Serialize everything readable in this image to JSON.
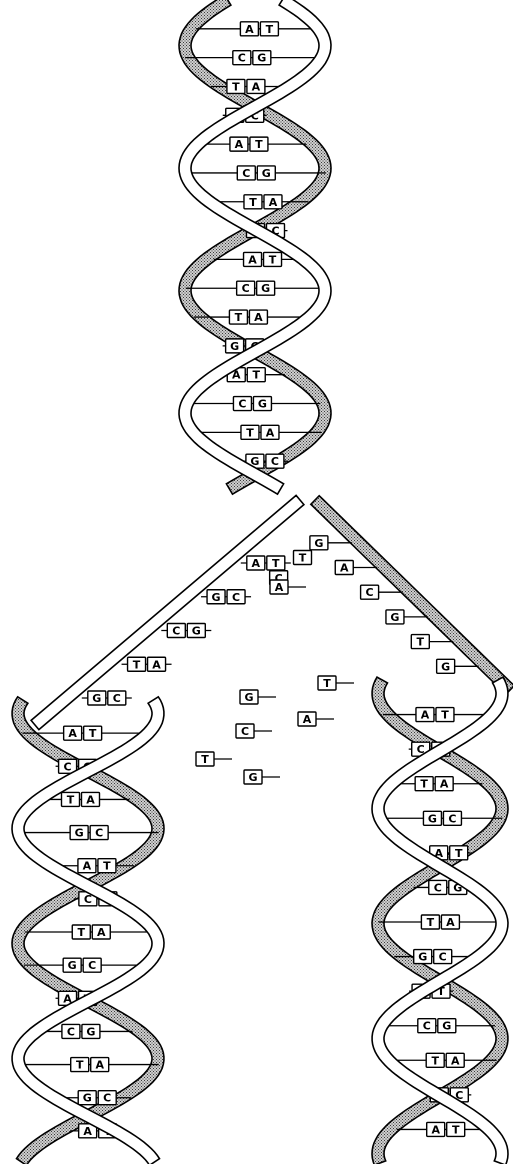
{
  "diagram": {
    "kind": "dna-replication",
    "strand_fill_color": "#9a9a9a",
    "line_color": "#000000",
    "background_color": "#ffffff",
    "parent_helix_pairs": [
      [
        "A",
        "T"
      ],
      [
        "C",
        "G"
      ],
      [
        "T",
        "A"
      ],
      [
        "G",
        "C"
      ],
      [
        "A",
        "T"
      ],
      [
        "C",
        "G"
      ],
      [
        "T",
        "A"
      ],
      [
        "G",
        "C"
      ],
      [
        "A",
        "T"
      ],
      [
        "C",
        "G"
      ],
      [
        "T",
        "A"
      ],
      [
        "G",
        "C"
      ],
      [
        "A",
        "T"
      ],
      [
        "C",
        "G"
      ],
      [
        "T",
        "A"
      ],
      [
        "G",
        "C"
      ]
    ],
    "fork_left_pairs": [
      [
        "A",
        "T"
      ],
      [
        "G",
        "C"
      ],
      [
        "C",
        "G"
      ],
      [
        "T",
        "A"
      ],
      [
        "G",
        "C"
      ]
    ],
    "fork_left_bases": [
      "T",
      "C"
    ],
    "fork_right_bases": [
      "G",
      "A",
      "C",
      "G",
      "T",
      "G"
    ],
    "free_nucleotides": [
      "A",
      "G",
      "T",
      "C",
      "A",
      "T",
      "G"
    ],
    "daughter_left_pairs": [
      [
        "A",
        "T"
      ],
      [
        "C",
        "G"
      ],
      [
        "T",
        "A"
      ],
      [
        "G",
        "C"
      ],
      [
        "A",
        "T"
      ],
      [
        "C",
        "G"
      ],
      [
        "T",
        "A"
      ],
      [
        "G",
        "C"
      ],
      [
        "A",
        "T"
      ],
      [
        "C",
        "G"
      ],
      [
        "T",
        "A"
      ],
      [
        "G",
        "C"
      ],
      [
        "A",
        "T"
      ]
    ],
    "daughter_right_pairs": [
      [
        "A",
        "T"
      ],
      [
        "C",
        "G"
      ],
      [
        "T",
        "A"
      ],
      [
        "G",
        "C"
      ],
      [
        "A",
        "T"
      ],
      [
        "C",
        "G"
      ],
      [
        "T",
        "A"
      ],
      [
        "G",
        "C"
      ],
      [
        "A",
        "T"
      ],
      [
        "C",
        "G"
      ],
      [
        "T",
        "A"
      ],
      [
        "G",
        "C"
      ],
      [
        "A",
        "T"
      ]
    ]
  }
}
